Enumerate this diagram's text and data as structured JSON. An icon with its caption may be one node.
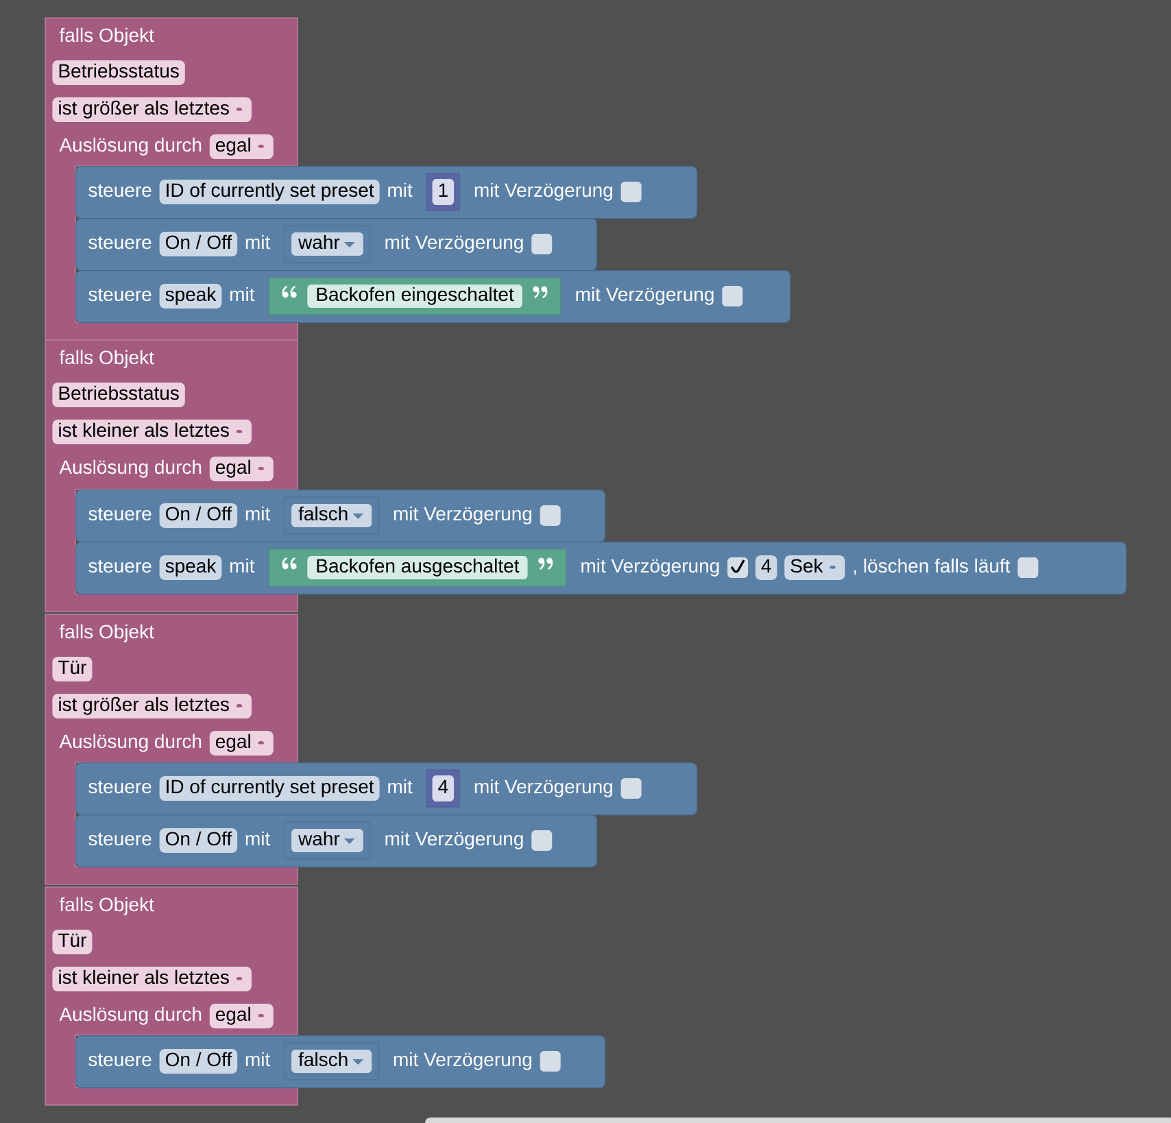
{
  "diagram": {
    "nodes": [
      {
        "text": [
          "falls Objekt",
          "Auslösung durch"
        ]
      },
      {
        "text": [
          "Betriebsstatus"
        ],
        "in": 0
      },
      {
        "text": [
          "ist größer als letztes"
        ],
        "in": 0
      },
      {
        "text": [
          "egal"
        ],
        "in": 0
      },
      {
        "text": [
          "steuere",
          "mit",
          "mit Verzögerung"
        ]
      },
      {
        "text": [
          "ID of currently set preset"
        ],
        "in": 4
      },
      {
        "text": [
          "1"
        ],
        "in": 4
      },
      {
        "text": [
          "steuere",
          "mit",
          "mit Verzögerung"
        ]
      },
      {
        "text": [
          "On / Off"
        ],
        "in": 7
      },
      {
        "text": [
          "wahr"
        ],
        "in": 7
      },
      {
        "text": [
          "steuere",
          "mit",
          "mit Verzögerung"
        ]
      },
      {
        "text": [
          "speak"
        ],
        "in": 10
      },
      {
        "text": [
          "Backofen eingeschaltet"
        ],
        "in": 10
      },
      {
        "text": [
          "falls Objekt",
          "Auslösung durch"
        ]
      },
      {
        "text": [
          "Betriebsstatus"
        ],
        "in": 13
      },
      {
        "text": [
          "ist kleiner als letztes"
        ],
        "in": 13
      },
      {
        "text": [
          "egal"
        ],
        "in": 13
      },
      {
        "text": [
          "steuere",
          "mit",
          "mit Verzögerung"
        ]
      },
      {
        "text": [
          "On / Off"
        ],
        "in": 17
      },
      {
        "text": [
          "falsch"
        ],
        "in": 17
      },
      {
        "text": [
          "steuere",
          "mit",
          "mit Verzögerung",
          ", löschen falls läuft"
        ]
      },
      {
        "text": [
          "speak"
        ],
        "in": 20
      },
      {
        "text": [
          "Backofen ausgeschaltet"
        ],
        "in": 20
      },
      {
        "text": [
          "4"
        ],
        "in": 20
      },
      {
        "text": [
          "Sek"
        ],
        "in": 20
      },
      {
        "text": [
          "falls Objekt",
          "Auslösung durch"
        ]
      },
      {
        "text": [
          "Tür"
        ],
        "in": 25
      },
      {
        "text": [
          "ist größer als letztes"
        ],
        "in": 25
      },
      {
        "text": [
          "egal"
        ],
        "in": 25
      },
      {
        "text": [
          "steuere",
          "mit",
          "mit Verzögerung"
        ]
      },
      {
        "text": [
          "ID of currently set preset"
        ],
        "in": 29
      },
      {
        "text": [
          "4"
        ],
        "in": 29
      },
      {
        "text": [
          "steuere",
          "mit",
          "mit Verzögerung"
        ]
      },
      {
        "text": [
          "On / Off"
        ],
        "in": 32
      },
      {
        "text": [
          "wahr"
        ],
        "in": 32
      },
      {
        "text": [
          "falls Objekt",
          "Auslösung durch"
        ]
      },
      {
        "text": [
          "Tür"
        ],
        "in": 35
      },
      {
        "text": [
          "ist kleiner als letztes"
        ],
        "in": 35
      },
      {
        "text": [
          "egal"
        ],
        "in": 35
      },
      {
        "text": [
          "steuere",
          "mit",
          "mit Verzögerung"
        ]
      },
      {
        "text": [
          "On / Off"
        ],
        "in": 39
      },
      {
        "text": [
          "falsch"
        ],
        "in": 39
      }
    ]
  }
}
